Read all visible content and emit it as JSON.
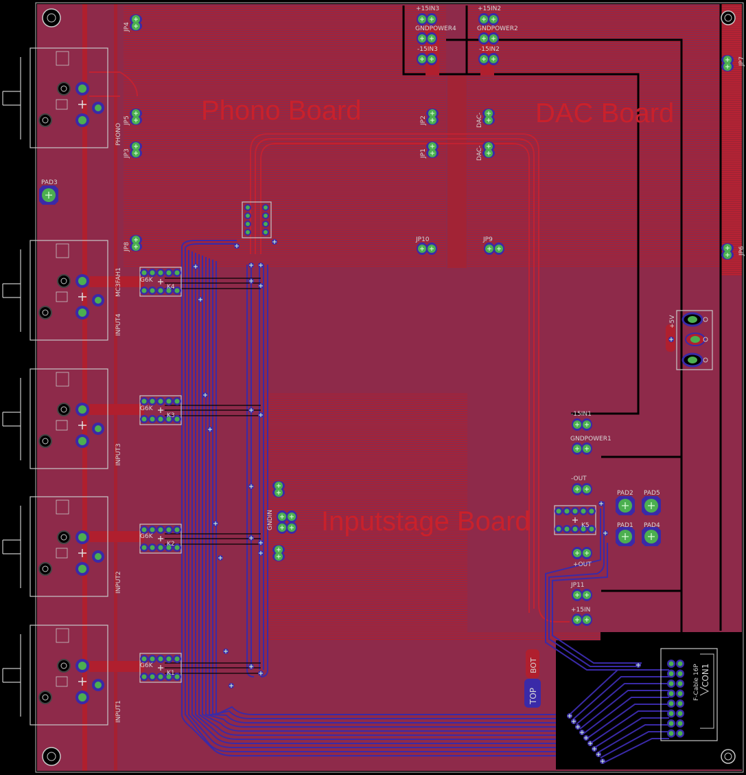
{
  "colors": {
    "background": "#000000",
    "top_copper": "#b01f2e",
    "board_fill": "#8e2a4a",
    "bottom_copper": "#3a2aa8",
    "pad_green": "#4caf50",
    "outline": "#c8c8c8",
    "label": "#d8d8d8",
    "board_title": "#c8212c",
    "trace_black": "#000000"
  },
  "boards": {
    "phono": "Phono Board",
    "dac": "DAC Board",
    "inputstage": "Inputstage Board"
  },
  "labels": {
    "p15in3": "+15IN3",
    "gndpower4": "GNDPOWER4",
    "m15in3": "-15IN3",
    "p15in2": "+15IN2",
    "gndpower2": "GNDPOWER2",
    "m15in2": "-15IN2",
    "jp4": "JP4",
    "jp5": "JP5",
    "jp3": "JP3",
    "jp8": "JP8",
    "jp1": "JP1",
    "jp2": "JP2",
    "jp10": "JP10",
    "jp9": "JP9",
    "jp6": "JP6",
    "jp7": "JP7",
    "jp11": "JP11",
    "dac1": "DAC-",
    "dac2": "DAC-",
    "phono": "PHONO",
    "pad3": "PAD3",
    "mc3fah1": "MC3FAH1",
    "input4": "INPUT4",
    "input3": "INPUT3",
    "input2": "INPUT2",
    "input1": "INPUT1",
    "g6k": "G6K",
    "k4": "K4",
    "k3": "K3",
    "k2": "K2",
    "k1": "K1",
    "k5": "K5",
    "m15in1": "-15IN1",
    "gndpower1": "GNDPOWER1",
    "mout": "-OUT",
    "pout": "+OUT",
    "p15in": "+15IN",
    "pad1": "PAD1",
    "pad2": "PAD2",
    "pad4": "PAD4",
    "pad5": "PAD5",
    "p5v": "+5V",
    "gndin": "GNDIN",
    "con1": "CON1",
    "fcable": "F-Cable 16P",
    "top": "TOP",
    "bot": "BOT"
  }
}
